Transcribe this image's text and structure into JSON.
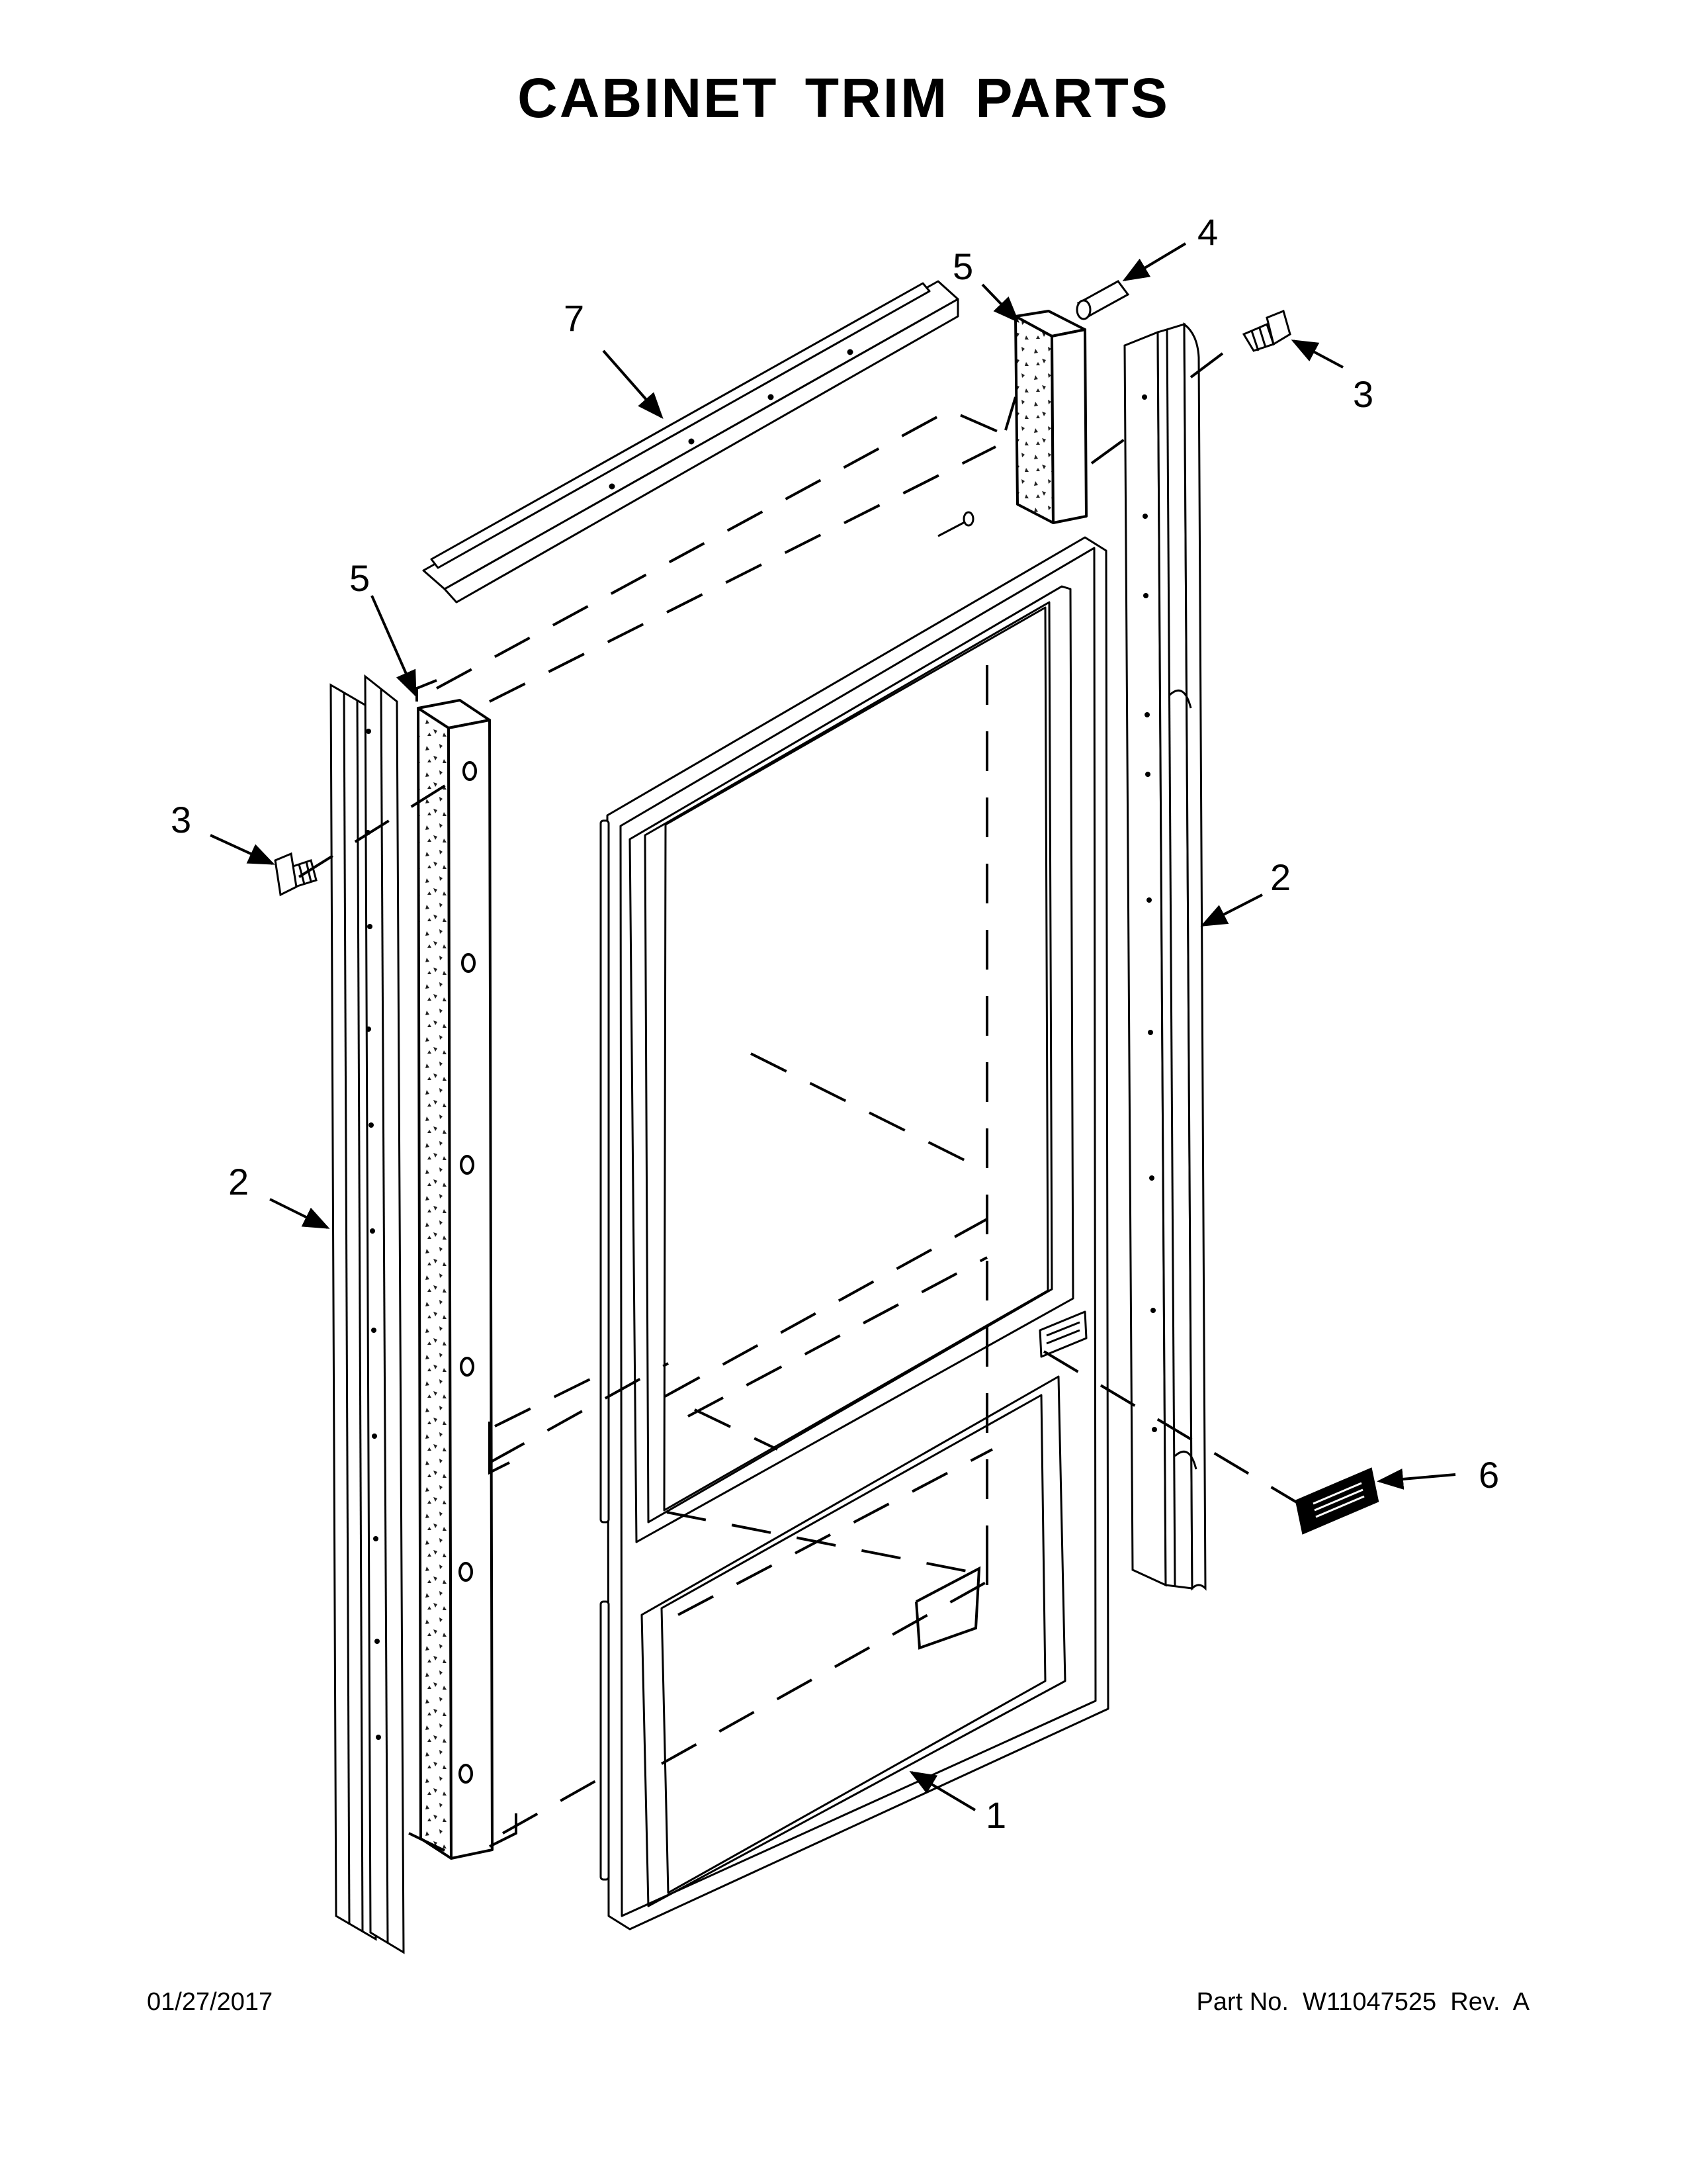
{
  "title": "CABINET TRIM PARTS",
  "callouts": [
    "1",
    "2",
    "2",
    "3",
    "3",
    "4",
    "5",
    "5",
    "6",
    "7"
  ],
  "footer": {
    "date": "01/27/2017",
    "part_label": "Part No.",
    "part_number": "W11047525",
    "rev_label": "Rev.",
    "rev": "A"
  }
}
